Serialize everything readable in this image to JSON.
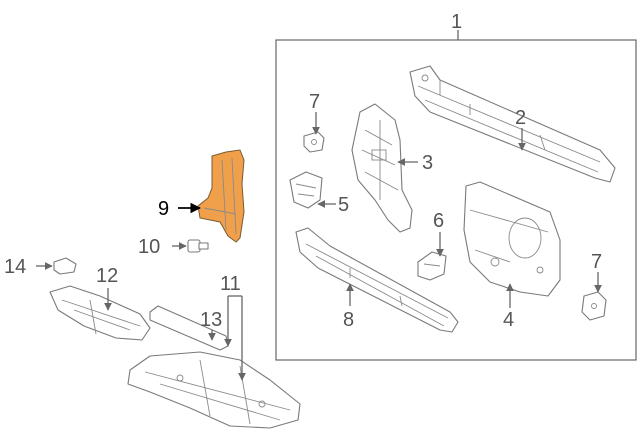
{
  "diagram": {
    "highlight_color": "#F0A04B",
    "line_color": "#7a7a7a",
    "callouts": {
      "c1": "1",
      "c2": "2",
      "c3": "3",
      "c4": "4",
      "c5": "5",
      "c6": "6",
      "c7a": "7",
      "c7b": "7",
      "c8": "8",
      "c9": "9",
      "c10": "10",
      "c11": "11",
      "c12": "12",
      "c13": "13",
      "c14": "14"
    }
  }
}
